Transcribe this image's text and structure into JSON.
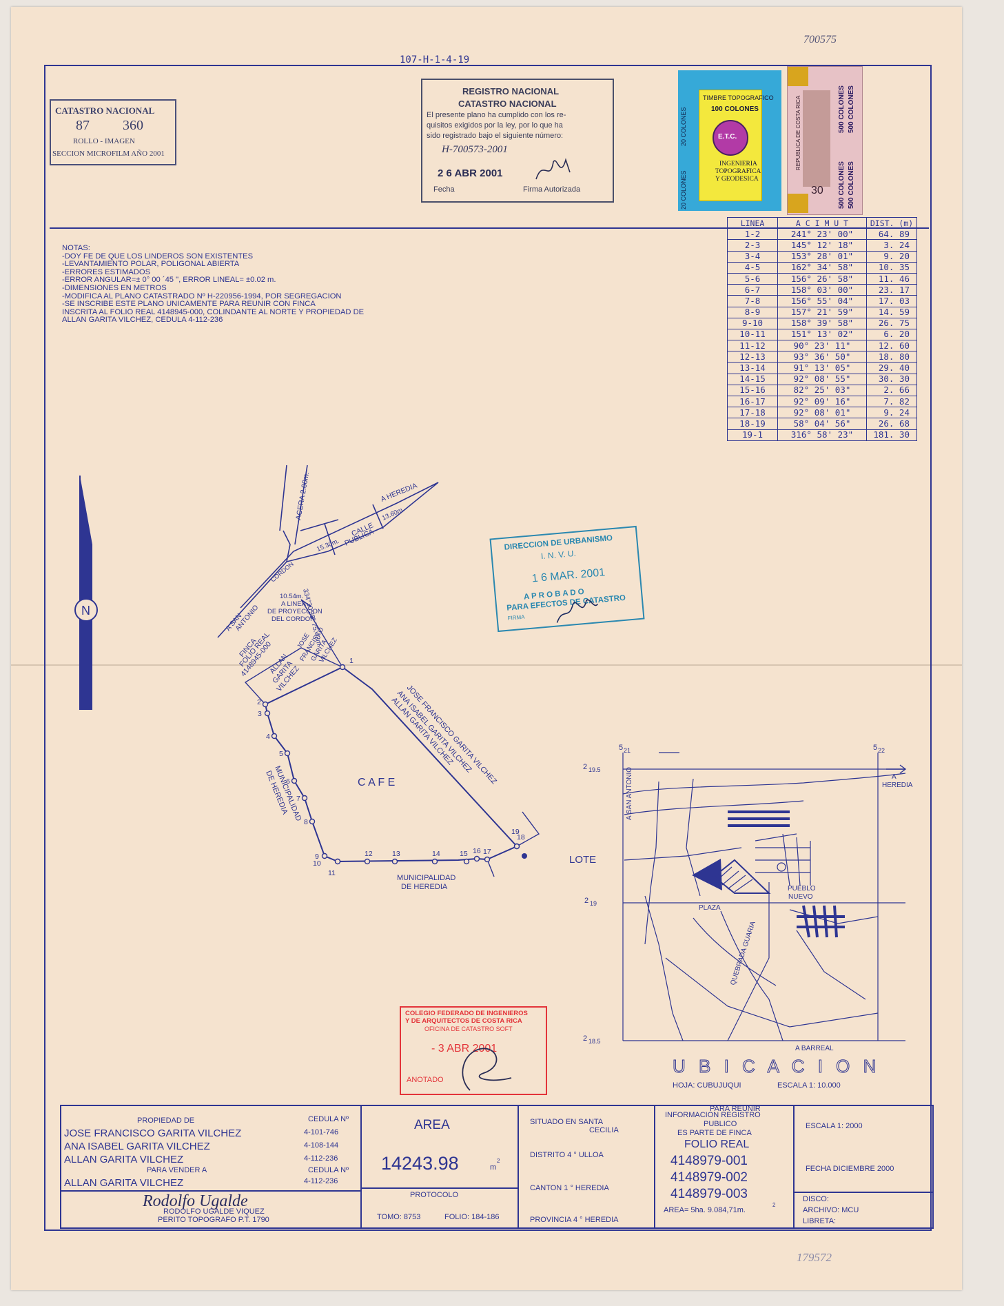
{
  "top": {
    "plan_ref": "107-H-1-4-19",
    "handwritten_ref": "700575"
  },
  "catastro_stamp": {
    "title": "CATASTRO NACIONAL",
    "rollo": "87",
    "imagen": "360",
    "subtitle": "ROLLO - IMAGEN",
    "footer": "SECCION MICROFILM AÑO 2001"
  },
  "registro_stamp": {
    "title1": "REGISTRO NACIONAL",
    "title2": "CATASTRO NACIONAL",
    "body1": "El presente plano ha cumplido con los re-",
    "body2": "quisitos exigidos por la ley, por lo que ha",
    "body3": "sido registrado bajo el siguiente número:",
    "number": "H-700573-2001",
    "date": "2 6 ABR 2001",
    "fecha_label": "Fecha",
    "firma_label": "Firma Autorizada"
  },
  "timbres": {
    "topo": "TIMBRE TOPOGRAFICO",
    "t20a": "20 COLONES",
    "t20b": "20 COLONES",
    "t100": "100 COLONES",
    "ing1": "INGENIERIA",
    "ing2": "TOPOGRAFICA",
    "ing3": "Y GEODESICA",
    "cr": "REPUBLICA DE COSTA RICA",
    "v500": "500 COLONES",
    "v30": "30",
    "etc": "E.T.C."
  },
  "notes": [
    "NOTAS:",
    "-DOY FE DE QUE LOS LINDEROS SON EXISTENTES",
    "-LEVANTAMIENTO POLAR, POLIGONAL ABIERTA",
    "-ERRORES ESTIMADOS",
    "-ERROR ANGULAR=± 0° 00 ´45 \", ERROR LINEAL= ±0.02 m.",
    "-DIMENSIONES EN METROS",
    "-MODIFICA AL PLANO CATASTRADO Nº H-220956-1994, POR SEGREGACION",
    "-SE INSCRIBE ESTE PLANO UNICAMENTE PARA REUNIR CON FINCA",
    "INSCRITA AL FOLIO REAL 4148945-000, COLINDANTE AL NORTE Y PROPIEDAD DE",
    "ALLAN GARITA VILCHEZ, CEDULA 4-112-236"
  ],
  "table": {
    "headers": [
      "LINEA",
      "A C I M U T",
      "DIST. (m)"
    ],
    "rows": [
      [
        "1-2",
        "241° 23' 00\"",
        "64. 89"
      ],
      [
        "2-3",
        "145° 12' 18\"",
        "3. 24"
      ],
      [
        "3-4",
        "153° 28' 01\"",
        "9. 20"
      ],
      [
        "4-5",
        "162° 34' 58\"",
        "10. 35"
      ],
      [
        "5-6",
        "156° 26' 58\"",
        "11. 46"
      ],
      [
        "6-7",
        "158° 03' 00\"",
        "23. 17"
      ],
      [
        "7-8",
        "156° 55' 04\"",
        "17. 03"
      ],
      [
        "8-9",
        "157° 21' 59\"",
        "14. 59"
      ],
      [
        "9-10",
        "158° 39' 58\"",
        "26. 75"
      ],
      [
        "10-11",
        "151° 13' 02\"",
        "6. 20"
      ],
      [
        "11-12",
        "90° 23' 11\"",
        "12. 60"
      ],
      [
        "12-13",
        "93° 36' 50\"",
        "18. 80"
      ],
      [
        "13-14",
        "91° 13' 05\"",
        "29. 40"
      ],
      [
        "14-15",
        "92° 08' 55\"",
        "30. 30"
      ],
      [
        "15-16",
        "82° 25' 03\"",
        "2. 66"
      ],
      [
        "16-17",
        "92° 09' 16\"",
        "7. 82"
      ],
      [
        "17-18",
        "92° 08' 01\"",
        "9. 24"
      ],
      [
        "18-19",
        "58° 04' 56\"",
        "26. 68"
      ],
      [
        "19-1",
        "316° 58' 23\"",
        "181. 30"
      ]
    ]
  },
  "plan": {
    "a_heredia": "A HEREDIA",
    "acera": "ACERA 2.00m.",
    "calle1": "CALLE",
    "calle2": "PUBLICA",
    "w1530": "15.30m.",
    "w1360": "13.60m.",
    "cordon": "CORDON",
    "a_san": "A SAN",
    "antonio": "ANTONIO",
    "l1054": "10.54m.",
    "a_linea": "A LINEA",
    "de_proy": "DE PROYECCION",
    "del_cordon": "DEL CORDON",
    "bearing": "334°30'38\" 75.42m.",
    "finca1": "FINCA",
    "finca2": "FOLIO REAL",
    "finca3": "4148945-000",
    "allan1": "ALLAN",
    "allan2": "GARITA",
    "allan3": "VILCHEZ",
    "jose1": "JOSE",
    "jose2": "FRANCISCO",
    "jose3": "GARITA",
    "jose4": "VILCHEZ",
    "diag1": "JOSE FRANCISCO GARITA VILCHEZ",
    "diag2": "ANA ISABEL GARITA VILCHEZ",
    "diag3": "ALLAN GARITA VILCHEZ",
    "muni_v1": "MUNICIPALIDAD",
    "muni_v2": "DE HEREDIA",
    "muni_h1": "MUNICIPALIDAD",
    "muni_h2": "DE HEREDIA",
    "cafe": "C A F E",
    "points": [
      "1",
      "2",
      "3",
      "4",
      "5",
      "6",
      "7",
      "8",
      "9",
      "10",
      "11",
      "12",
      "13",
      "14",
      "15",
      "16",
      "17",
      "18",
      "19"
    ],
    "north": "N"
  },
  "invu_stamp": {
    "l1": "DIRECCION DE URBANISMO",
    "l2": "I. N. V. U.",
    "date": "1 6 MAR. 2001",
    "l3": "A P R O B A D O",
    "l4": "PARA EFECTOS DE CATASTRO",
    "firma": "FIRMA"
  },
  "cfia_stamp": {
    "l1": "COLEGIO FEDERADO DE INGENIEROS",
    "l2": "Y DE ARQUITECTOS DE COSTA RICA",
    "l3": "OFICINA DE CATASTRO SOFT",
    "date": "- 3 ABR 2001",
    "anotado": "ANOTADO"
  },
  "location": {
    "title": "U B I C A C I O N",
    "hoja": "HOJA: CUBUJUQUI",
    "escala": "ESCALA 1: 10.000",
    "para_reunir": "PARA REUNIR",
    "lote": "LOTE",
    "plaza": "PLAZA",
    "pueblo1": "PUEBLO",
    "pueblo2": "NUEVO",
    "a_heredia1": "A",
    "a_heredia2": "HEREDIA",
    "a_san_antonio": "A SAN ANTONIO",
    "quebrada": "QUEBRADA GUARIA",
    "a_barreal": "A BARREAL",
    "c521": "5",
    "c521s": "21",
    "c522": "5",
    "c522s": "22",
    "c2195": "2",
    "c2195s": "19.5",
    "c219": "2",
    "c219s": "19",
    "c2185": "2",
    "c2185s": "18.5"
  },
  "titleblock": {
    "propiedad_de": "PROPIEDAD DE",
    "cedula_n": "CEDULA Nº",
    "owners": [
      {
        "name": "JOSE FRANCISCO GARITA VILCHEZ",
        "cedula": "4-101-746"
      },
      {
        "name": "ANA ISABEL GARITA VILCHEZ",
        "cedula": "4-108-144"
      },
      {
        "name": "ALLAN GARITA VILCHEZ",
        "cedula": "4-112-236"
      }
    ],
    "para_vender": "PARA VENDER A",
    "cedula_n2": "CEDULA Nº",
    "buyer": {
      "name": "ALLAN GARITA VILCHEZ",
      "cedula": "4-112-236"
    },
    "signature": "Rodolfo Ugalde",
    "surveyor": "RODOLFO UGALDE VIQUEZ",
    "perito": "PERITO TOPOGRAFO P.T. 1790",
    "area_label": "AREA",
    "area_value": "14243.98",
    "area_unit": "m",
    "area_exp": "2",
    "protocolo": "PROTOCOLO",
    "tomo": "TOMO: 8753",
    "folio": "FOLIO: 184-186",
    "situado": "SITUADO EN SANTA",
    "cecilia": "CECILIA",
    "distrito": "DISTRITO 4 ° ULLOA",
    "canton": "CANTON 1 ° HEREDIA",
    "provincia": "PROVINCIA 4 ° HEREDIA",
    "info1": "INFORMACION REGISTRO",
    "info2": "PUBLICO",
    "info3": "ES PARTE DE FINCA",
    "folio_real": "FOLIO REAL",
    "fincas": [
      "4148979-001",
      "4148979-002",
      "4148979-003"
    ],
    "area_total": "AREA= 5ha. 9.084,71m.",
    "area_total_exp": "2",
    "escala": "ESCALA 1: 2000",
    "fecha": "FECHA DICIEMBRE 2000",
    "disco": "DISCO:",
    "archivo": "ARCHIVO: MCU",
    "libreta": "LIBRETA:",
    "handwritten_bottom": "179572"
  }
}
